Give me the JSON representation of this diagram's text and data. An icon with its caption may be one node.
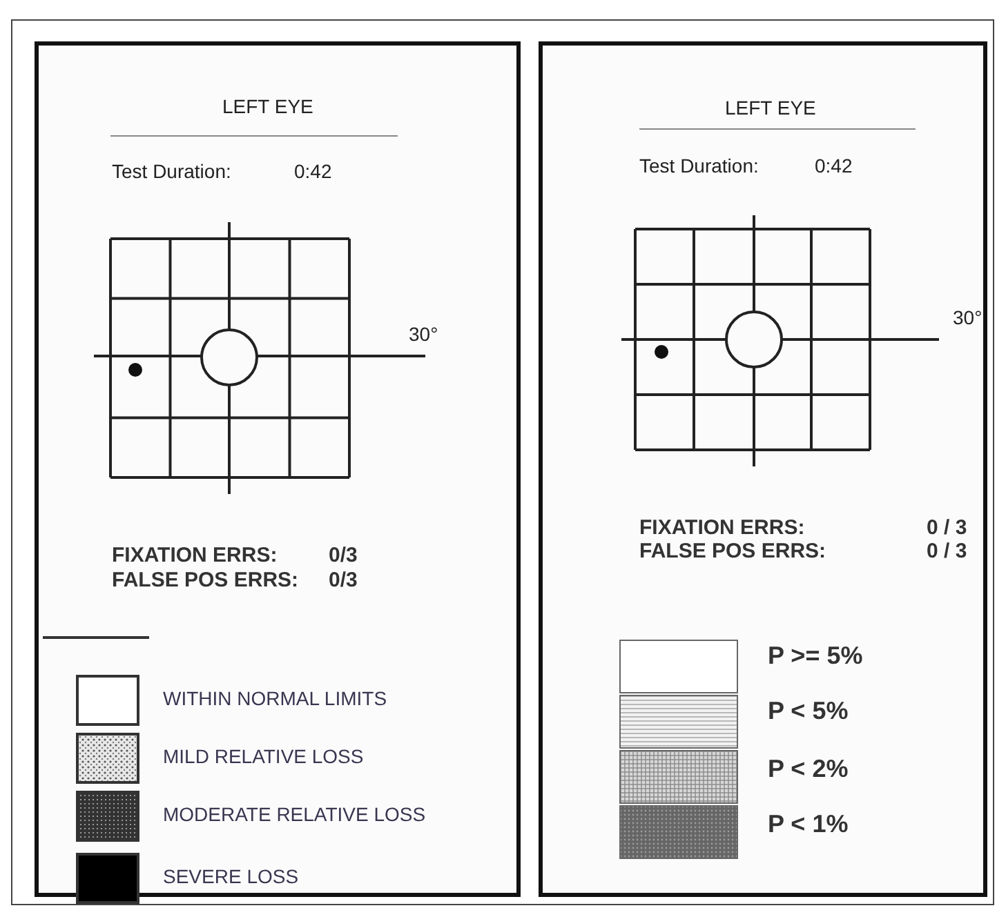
{
  "diagram": {
    "nodes": [
      {
        "text": [
          "LEFT EYE",
          "Test Duration:",
          "0:42",
          "30°",
          "FIXATION ERRS:",
          "0/3",
          "FALSE POS ERRS:",
          "0/3"
        ]
      },
      {
        "text": [
          "LEFT EYE",
          "Test Duration:",
          "0:42",
          "30°",
          "FIXATION ERRS:",
          "0 / 3",
          "FALSE POS ERRS:",
          "0 / 3"
        ]
      }
    ],
    "legend": [
      {
        "text": "WITHIN NORMAL LIMITS",
        "color": "#ffffff"
      },
      {
        "text": "MILD RELATIVE LOSS"
      },
      {
        "text": "MODERATE RELATIVE LOSS"
      },
      {
        "text": "SEVERE LOSS",
        "color": "#000000"
      },
      {
        "text": "P >= 5%",
        "color": "#ffffff"
      },
      {
        "text": "P < 5%"
      },
      {
        "text": "P < 2%"
      },
      {
        "text": "P < 1%"
      }
    ]
  }
}
